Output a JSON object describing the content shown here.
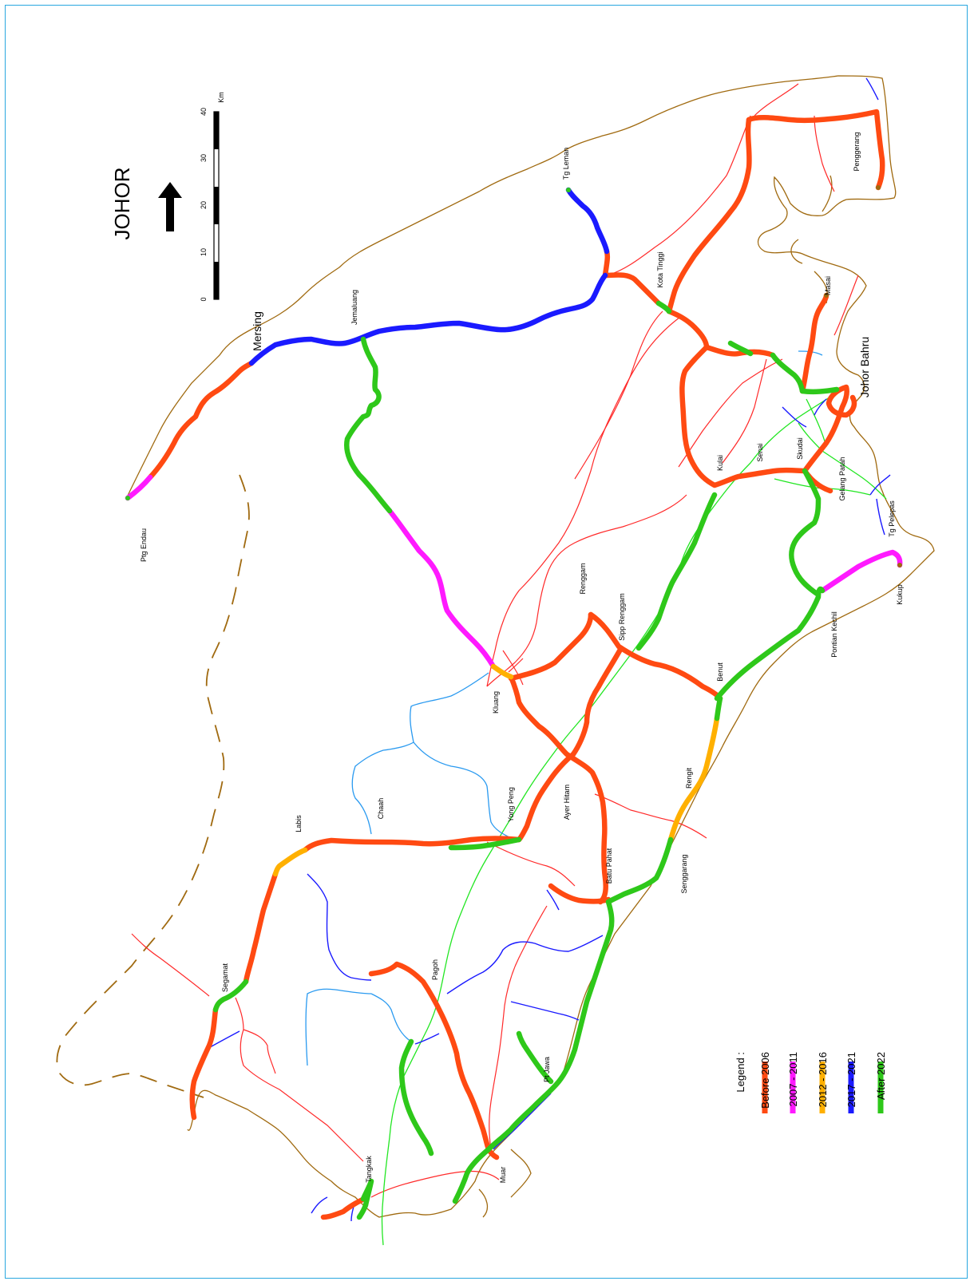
{
  "map": {
    "title": "JOHOR",
    "scale": {
      "ticks": [
        "0",
        "10",
        "20",
        "30",
        "40"
      ],
      "unit": "Km"
    },
    "legend": {
      "heading": "Legend :",
      "items": [
        {
          "label": "Before 2006",
          "color": "#ff4a12"
        },
        {
          "label": "2007 - 2011",
          "color": "#ff1aff"
        },
        {
          "label": "2012 - 2016",
          "color": "#ffb000"
        },
        {
          "label": "2017 - 2021",
          "color": "#1a1aff"
        },
        {
          "label": "After 2022",
          "color": "#2ec81a"
        }
      ]
    },
    "colors": {
      "coast": "#a06a10",
      "border": "#a06a10",
      "minor_road": "#ff2a2a",
      "rail": "#22e622",
      "light_blue": "#2a9af0"
    },
    "towns": [
      {
        "id": "ptg-endau",
        "name": "Ptg Endau"
      },
      {
        "id": "mersing",
        "name": "Mersing"
      },
      {
        "id": "jemaluang",
        "name": "Jemaluang"
      },
      {
        "id": "tg-leman",
        "name": "Tg Leman"
      },
      {
        "id": "kota-tinggi",
        "name": "Kota Tinggi"
      },
      {
        "id": "penggerang",
        "name": "Penggerang"
      },
      {
        "id": "masai",
        "name": "Masai"
      },
      {
        "id": "johor-bahru",
        "name": "Johor Bahru"
      },
      {
        "id": "senai",
        "name": "Senai"
      },
      {
        "id": "skudai",
        "name": "Skudai"
      },
      {
        "id": "gelang-patah",
        "name": "Gelang Patah"
      },
      {
        "id": "tg-pelepas",
        "name": "Tg Pelepas"
      },
      {
        "id": "kulai",
        "name": "Kulai"
      },
      {
        "id": "kukup",
        "name": "Kukup"
      },
      {
        "id": "pontian-kechil",
        "name": "Pontian Kechil"
      },
      {
        "id": "renggam",
        "name": "Renggam"
      },
      {
        "id": "sipp-renggam",
        "name": "Sipp Renggam"
      },
      {
        "id": "benut",
        "name": "Benut"
      },
      {
        "id": "kluang",
        "name": "Kluang"
      },
      {
        "id": "rengit",
        "name": "Rengit"
      },
      {
        "id": "yong-peng",
        "name": "Yong Peng"
      },
      {
        "id": "ayer-hitam",
        "name": "Ayer Hitam"
      },
      {
        "id": "chaah",
        "name": "Chaah"
      },
      {
        "id": "labis",
        "name": "Labis"
      },
      {
        "id": "batu-pahat",
        "name": "Batu Pahat"
      },
      {
        "id": "senggarang",
        "name": "Senggarang"
      },
      {
        "id": "segamat",
        "name": "Segamat"
      },
      {
        "id": "pagoh",
        "name": "Pagoh"
      },
      {
        "id": "pt-jawa",
        "name": "Pt Jawa"
      },
      {
        "id": "muar",
        "name": "Muar"
      },
      {
        "id": "tangkak",
        "name": "Tangkak"
      }
    ]
  }
}
